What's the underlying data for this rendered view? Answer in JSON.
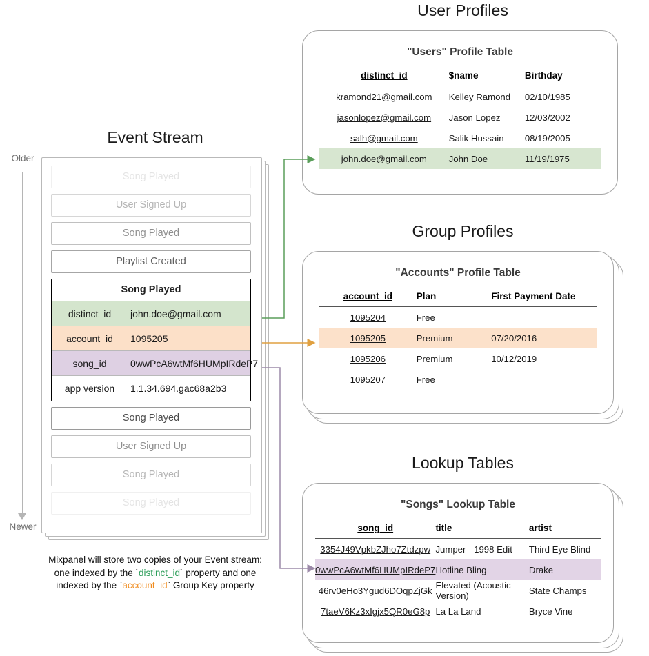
{
  "sections": {
    "event_stream_title": "Event Stream",
    "user_profiles_title": "User Profiles",
    "group_profiles_title": "Group Profiles",
    "lookup_tables_title": "Lookup Tables"
  },
  "time_axis": {
    "older": "Older",
    "newer": "Newer"
  },
  "event_stream": {
    "events_before": [
      {
        "label": "Song Played",
        "fade": "f1"
      },
      {
        "label": "User Signed Up",
        "fade": "f2"
      },
      {
        "label": "Song Played",
        "fade": "f3"
      },
      {
        "label": "Playlist Created",
        "fade": "f4"
      }
    ],
    "expanded_event": {
      "title": "Song Played",
      "properties": [
        {
          "key": "distinct_id",
          "value": "john.doe@gmail.com",
          "highlight": "green"
        },
        {
          "key": "account_id",
          "value": "1095205",
          "highlight": "orange"
        },
        {
          "key": "song_id",
          "value": "0wwPcA6wtMf6HUMpIRdeP7",
          "highlight": "purple"
        },
        {
          "key": "app version",
          "value": "1.1.34.694.gac68a2b3",
          "highlight": "none"
        }
      ]
    },
    "events_after": [
      {
        "label": "Song Played",
        "fade": "f5"
      },
      {
        "label": "User Signed Up",
        "fade": "f3"
      },
      {
        "label": "Song Played",
        "fade": "f2"
      },
      {
        "label": "Song Played",
        "fade": "f1"
      }
    ]
  },
  "caption": {
    "line1": "Mixpanel will store two copies of your Event stream:",
    "line2_a": "one indexed by the `",
    "line2_token": "distinct_id",
    "line2_b": "` property and one",
    "line3_a": "indexed by the `",
    "line3_token": "account_id",
    "line3_b": "` Group Key property"
  },
  "users_table": {
    "title": "\"Users\" Profile Table",
    "columns": [
      "distinct_id",
      "$name",
      "Birthday"
    ],
    "rows": [
      {
        "cells": [
          "kramond21@gmail.com",
          "Kelley Ramond",
          "02/10/1985"
        ],
        "highlight": "none"
      },
      {
        "cells": [
          "jasonlopez@gmail.com",
          "Jason Lopez",
          "12/03/2002"
        ],
        "highlight": "none"
      },
      {
        "cells": [
          "salh@gmail.com",
          "Salik Hussain",
          "08/19/2005"
        ],
        "highlight": "none"
      },
      {
        "cells": [
          "john.doe@gmail.com",
          "John Doe",
          "11/19/1975"
        ],
        "highlight": "green"
      }
    ]
  },
  "accounts_table": {
    "title": "\"Accounts\" Profile Table",
    "columns": [
      "account_id",
      "Plan",
      "First Payment Date"
    ],
    "rows": [
      {
        "cells": [
          "1095204",
          "Free",
          ""
        ],
        "highlight": "none"
      },
      {
        "cells": [
          "1095205",
          "Premium",
          "07/20/2016"
        ],
        "highlight": "orange"
      },
      {
        "cells": [
          "1095206",
          "Premium",
          "10/12/2019"
        ],
        "highlight": "none"
      },
      {
        "cells": [
          "1095207",
          "Free",
          ""
        ],
        "highlight": "none"
      }
    ]
  },
  "songs_table": {
    "title": "\"Songs\" Lookup Table",
    "columns": [
      "song_id",
      "title",
      "artist"
    ],
    "rows": [
      {
        "cells": [
          "3354J49VpkbZJho7Ztdzpw",
          "Jumper - 1998 Edit",
          "Third Eye Blind"
        ],
        "highlight": "none"
      },
      {
        "cells": [
          "0wwPcA6wtMf6HUMpIRdeP7",
          "Hotline Bling",
          "Drake"
        ],
        "highlight": "purple"
      },
      {
        "cells": [
          "46rv0eHo3Ygud6DOqpZjGk",
          "Elevated (Acoustic Version)",
          "State Champs"
        ],
        "highlight": "none"
      },
      {
        "cells": [
          "7taeV6Kz3xIgjx5QR0eG8p",
          "La La Land",
          "Bryce Vine"
        ],
        "highlight": "none"
      }
    ]
  },
  "colors": {
    "green": "#d4e5cd",
    "orange": "#fce0c8",
    "purple": "#ded0e3",
    "arrow_green": "#5a9e5a",
    "arrow_orange": "#e0a040",
    "arrow_purple": "#9c8aa8",
    "token_green": "#2e9e5b",
    "token_orange": "#f08c1f"
  }
}
